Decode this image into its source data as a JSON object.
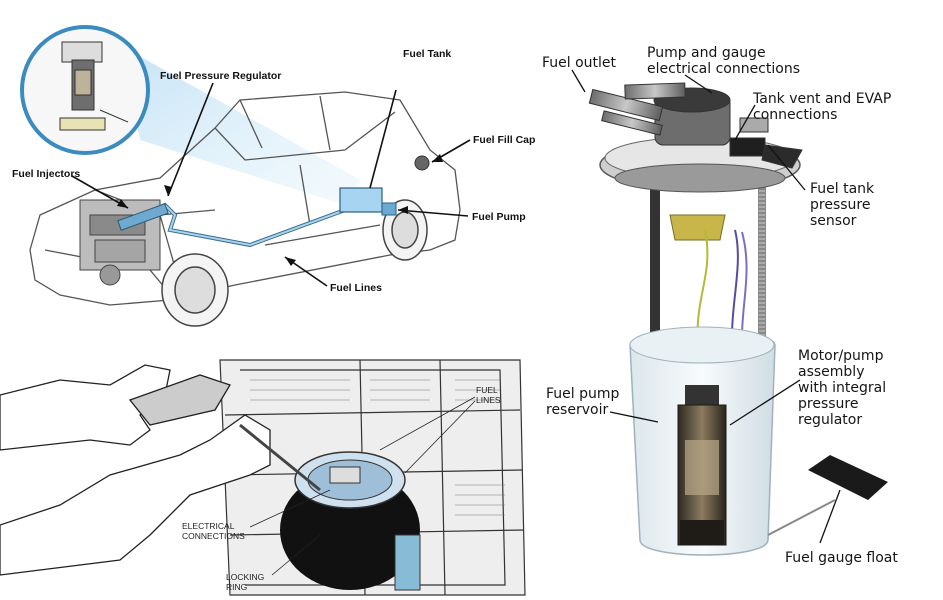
{
  "car_diagram": {
    "labels": {
      "fuel_pressure_regulator": "Fuel Pressure Regulator",
      "fuel_tank": "Fuel Tank",
      "fuel_fill_cap": "Fuel Fill Cap",
      "fuel_injectors": "Fuel Injectors",
      "fuel_pump": "Fuel Pump",
      "fuel_lines": "Fuel Lines"
    }
  },
  "pump_diagram": {
    "labels": {
      "fuel_outlet": "Fuel outlet",
      "pump_gauge_connections": "Pump and gauge\nelectrical connections",
      "tank_vent_evap": "Tank vent and EVAP\nconnections",
      "fuel_tank_pressure_sensor": "Fuel tank\npressure\nsensor",
      "fuel_pump_reservoir": "Fuel pump\nreservoir",
      "motor_pump_assembly": "Motor/pump\nassembly\nwith integral\npressure\nregulator",
      "fuel_gauge_float": "Fuel gauge float"
    }
  },
  "tank_diagram": {
    "labels": {
      "fuel_lines": "FUEL\nLINES",
      "electrical_connections": "ELECTRICAL\nCONNECTIONS",
      "locking_ring": "LOCKING\nRING"
    }
  }
}
